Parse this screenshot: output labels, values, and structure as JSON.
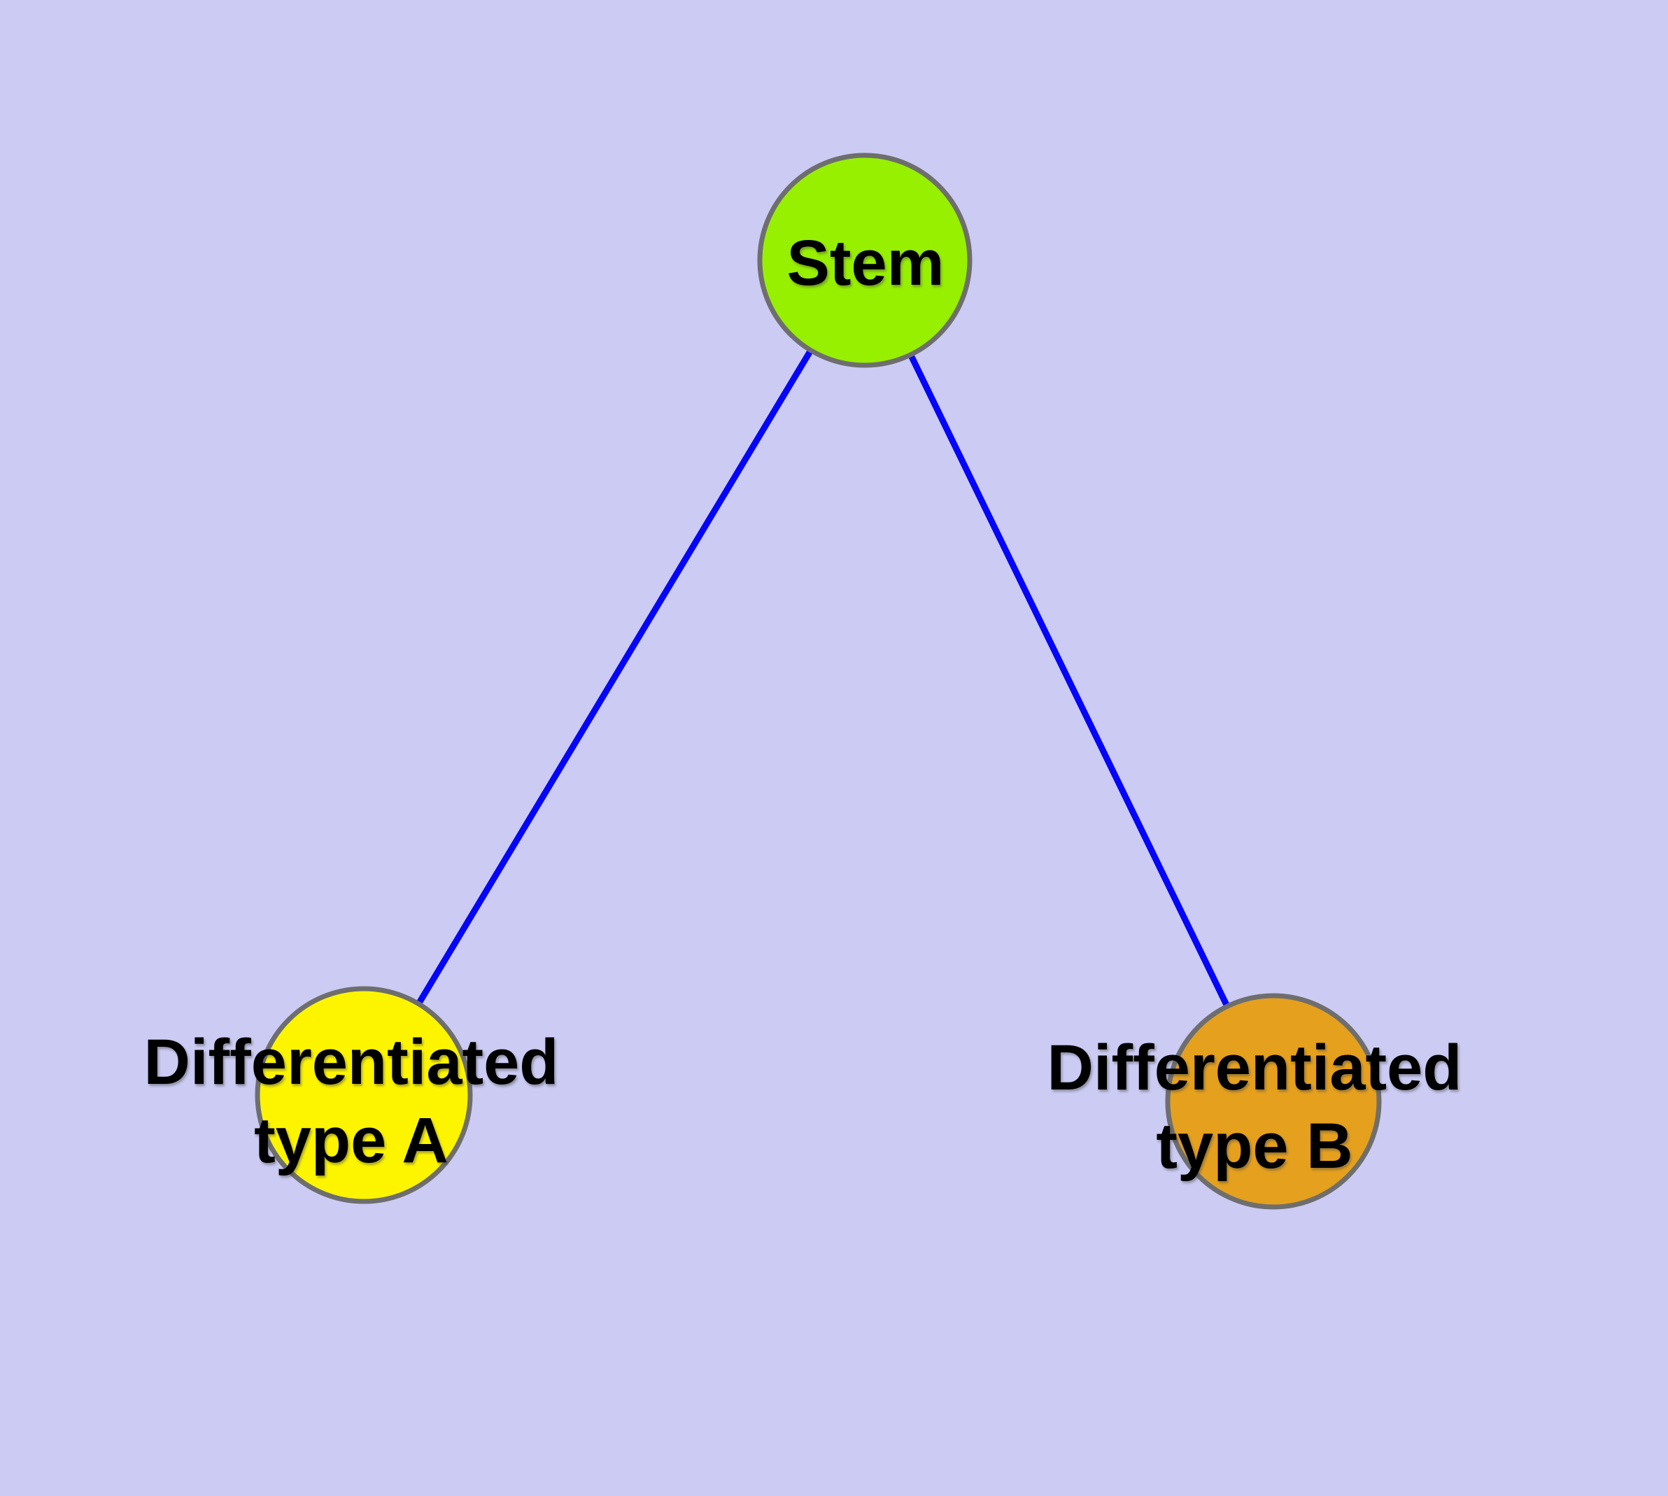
{
  "diagram": {
    "background_color": "#CBCBF3",
    "edge_color": "#0505FA",
    "node_border_color": "#6E6E6E",
    "text_color": "#000000",
    "nodes": {
      "stem": {
        "label": "Stem",
        "fill": "#97F000"
      },
      "type_a": {
        "label": "Differentiated type A",
        "label_line1": "Differentiated",
        "label_line2": "type A",
        "fill": "#FDF500"
      },
      "type_b": {
        "label": "Differentiated type B",
        "label_line1": "Differentiated",
        "label_line2": "type B",
        "fill": "#E5A01E"
      }
    },
    "edges": [
      {
        "from": "Stem",
        "to": "Differentiated type A"
      },
      {
        "from": "Stem",
        "to": "Differentiated type B"
      }
    ]
  }
}
